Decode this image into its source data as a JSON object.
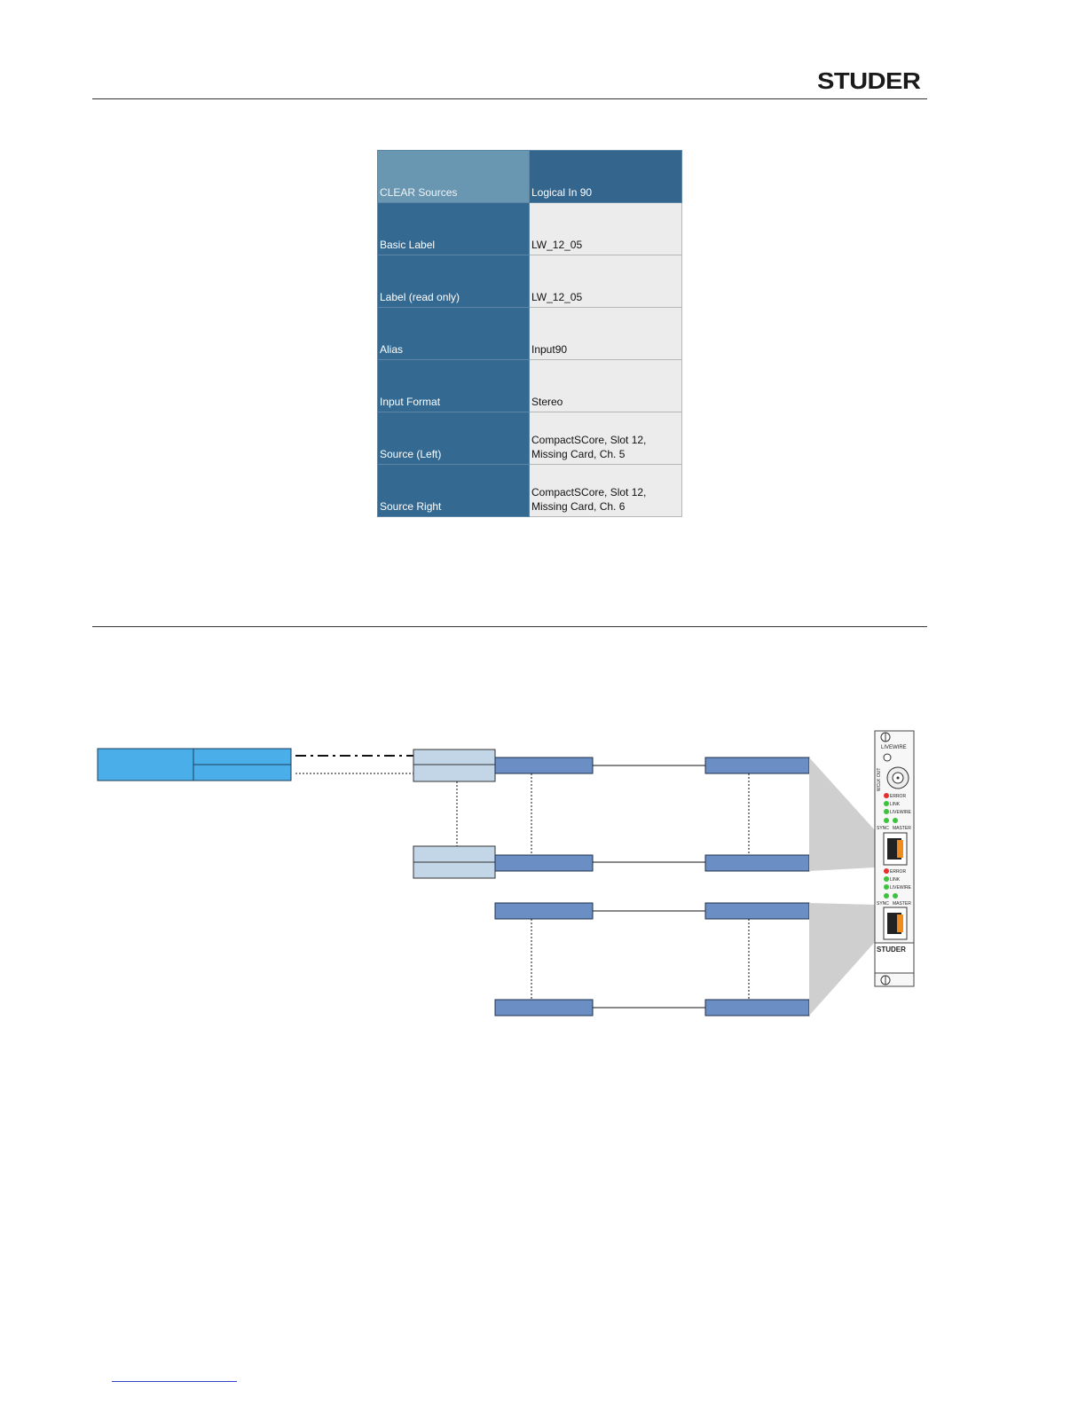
{
  "header": {
    "brand": "STUDER"
  },
  "clear_table": {
    "rows": [
      {
        "label": "CLEAR Sources",
        "value": "Logical In 90"
      },
      {
        "label": "Basic Label",
        "value": "LW_12_05"
      },
      {
        "label": "Label (read only)",
        "value": "LW_12_05"
      },
      {
        "label": "Alias",
        "value": "Input90"
      },
      {
        "label": "Input Format",
        "value": "Stereo"
      },
      {
        "label": "Source (Left)",
        "value": "CompactSCore, Slot 12,\nMissing Card, Ch. 5"
      },
      {
        "label": "Source Right",
        "value": "CompactSCore, Slot 12,\nMissing Card, Ch. 6"
      }
    ]
  },
  "card": {
    "title": "LIVEWIRE",
    "connector_label": "WCLK OUT",
    "leds_upper": [
      "ERROR",
      "LINK",
      "LIVEWIRE"
    ],
    "leds_lower": [
      "ERROR",
      "LINK",
      "LIVEWIRE"
    ],
    "sync_label": "SYNC",
    "master_label": "MASTER",
    "brand": "STUDER"
  },
  "colors": {
    "header_cell": "#6996b1",
    "label_cell": "#346a92",
    "value_cell": "#ececec",
    "source_block": "#4aaee8",
    "logical_block": "#c3d6e7",
    "channel_block": "#6b8fc4",
    "led_red": "#e53030",
    "led_green": "#3cc23c",
    "rj45_orange": "#f08c1e"
  }
}
